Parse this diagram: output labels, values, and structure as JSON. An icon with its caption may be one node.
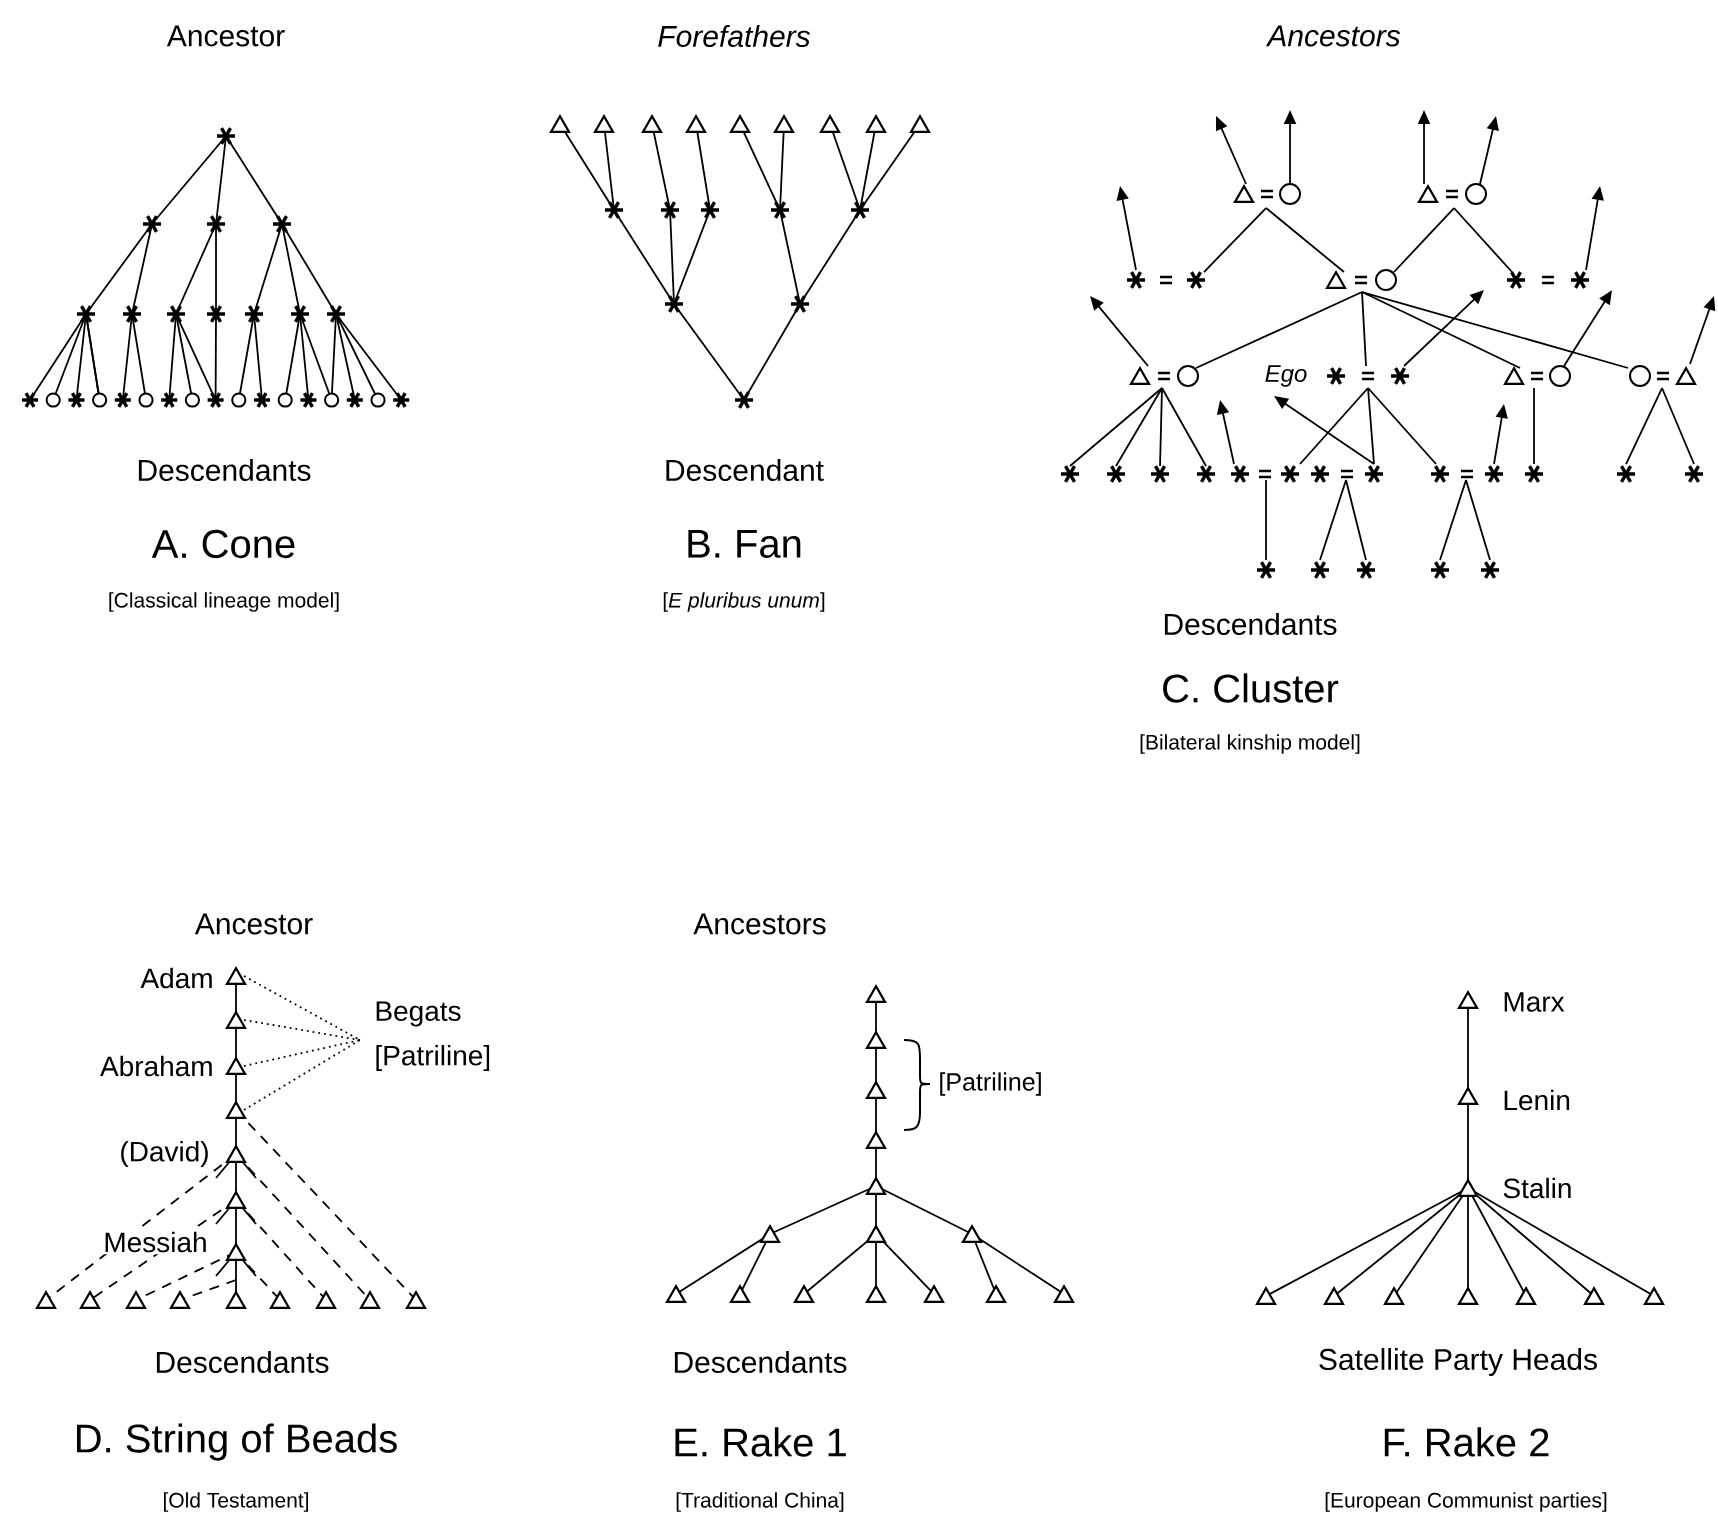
{
  "diagram": {
    "labels": [
      "Ancestor",
      "Forefathers",
      "Ancestors",
      "Ego",
      "Descendants",
      "Descendant",
      "Descendants",
      "A. Cone",
      "B. Fan",
      "C. Cluster",
      "[Classical lineage model]",
      "[*E pluribus unum*]",
      "[Bilateral kinship model]",
      "Ancestor",
      "Ancestors",
      "Adam",
      "Marx",
      "Begats",
      "Abraham",
      "[Patriline]",
      "[Patriline]",
      "Lenin",
      "Stalin",
      "(David)",
      "Messiah",
      "Descendants",
      "Descendants",
      "Satellite Party Heads",
      "D. String of Beads",
      "E. Rake 1",
      "F. Rake 2",
      "[Old Testament]",
      "[Traditional China]",
      "[European Communist parties]"
    ]
  }
}
